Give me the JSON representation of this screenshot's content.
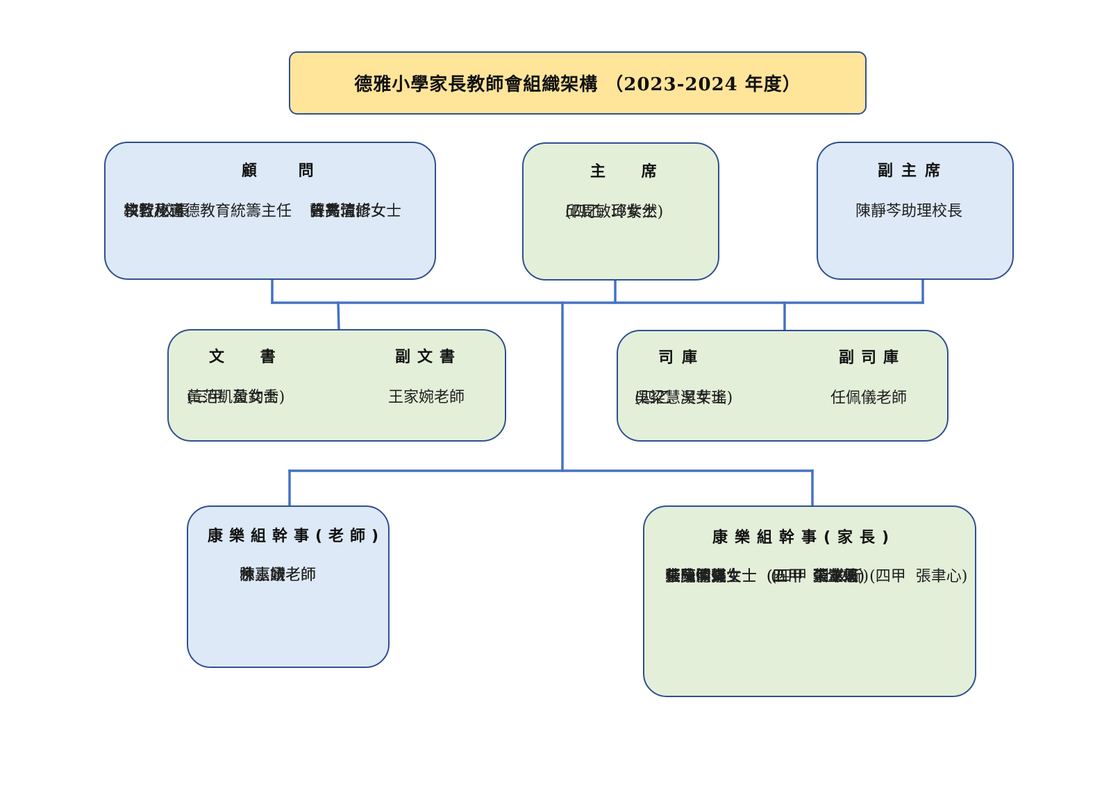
{
  "title": "德雅小學家長教師會組織架構 （2023-2024 年度）",
  "advisors": {
    "heading": "顧 問",
    "roles": [
      "校監/校長",
      "宗教及道德教育統籌主任",
      "執行秘書"
    ],
    "names": [
      "曾美琼修女",
      "張秀清修女",
      "許高愷訢女士"
    ]
  },
  "chairman": {
    "heading": "主 席",
    "lines": [
      "邱周敏玲女士",
      "(四乙  邱紫然)"
    ]
  },
  "vice_chairman": {
    "heading": "副主席",
    "lines": [
      "陳靜芩助理校長"
    ]
  },
  "secretary": {
    "heading": "文 書",
    "lines": [
      "黃范凱盈女士",
      "(三甲  黃鈞喬)"
    ]
  },
  "vice_secretary": {
    "heading": "副文書",
    "lines": [
      "王家婉老師"
    ]
  },
  "treasurer": {
    "heading": "司庫",
    "lines": [
      "吳梁慧潔女士",
      "(四乙  吳芊瑤)"
    ]
  },
  "vice_treasurer": {
    "heading": "副司庫",
    "lines": [
      "任佩儀老師"
    ]
  },
  "recreation_teachers": {
    "heading": "康樂組幹事(老師)",
    "lines": [
      "林玉妍老師",
      "陳嘉欣老師",
      "余嘉議老師"
    ]
  },
  "recreation_parents": {
    "heading": "康樂組幹事(家長)",
    "lines": [
      "張吳敏琪女士  (五甲  張聿悠) (四甲  張聿心)",
      "李陳潔儀女士  (四甲  李立恩)",
      "朱陳倩婷女士  (五甲  朱芷瑤)",
      "黃蘇明寶女士  (四甲  黃濼妍)",
      "杜康傑先生      (四甲  杜旼昕)"
    ]
  },
  "colors": {
    "title_fill": "#ffe59a",
    "blue_fill": "#dde9f6",
    "green_fill": "#e3efd9",
    "border": "#2f4f8f",
    "connector": "#4472c4"
  }
}
